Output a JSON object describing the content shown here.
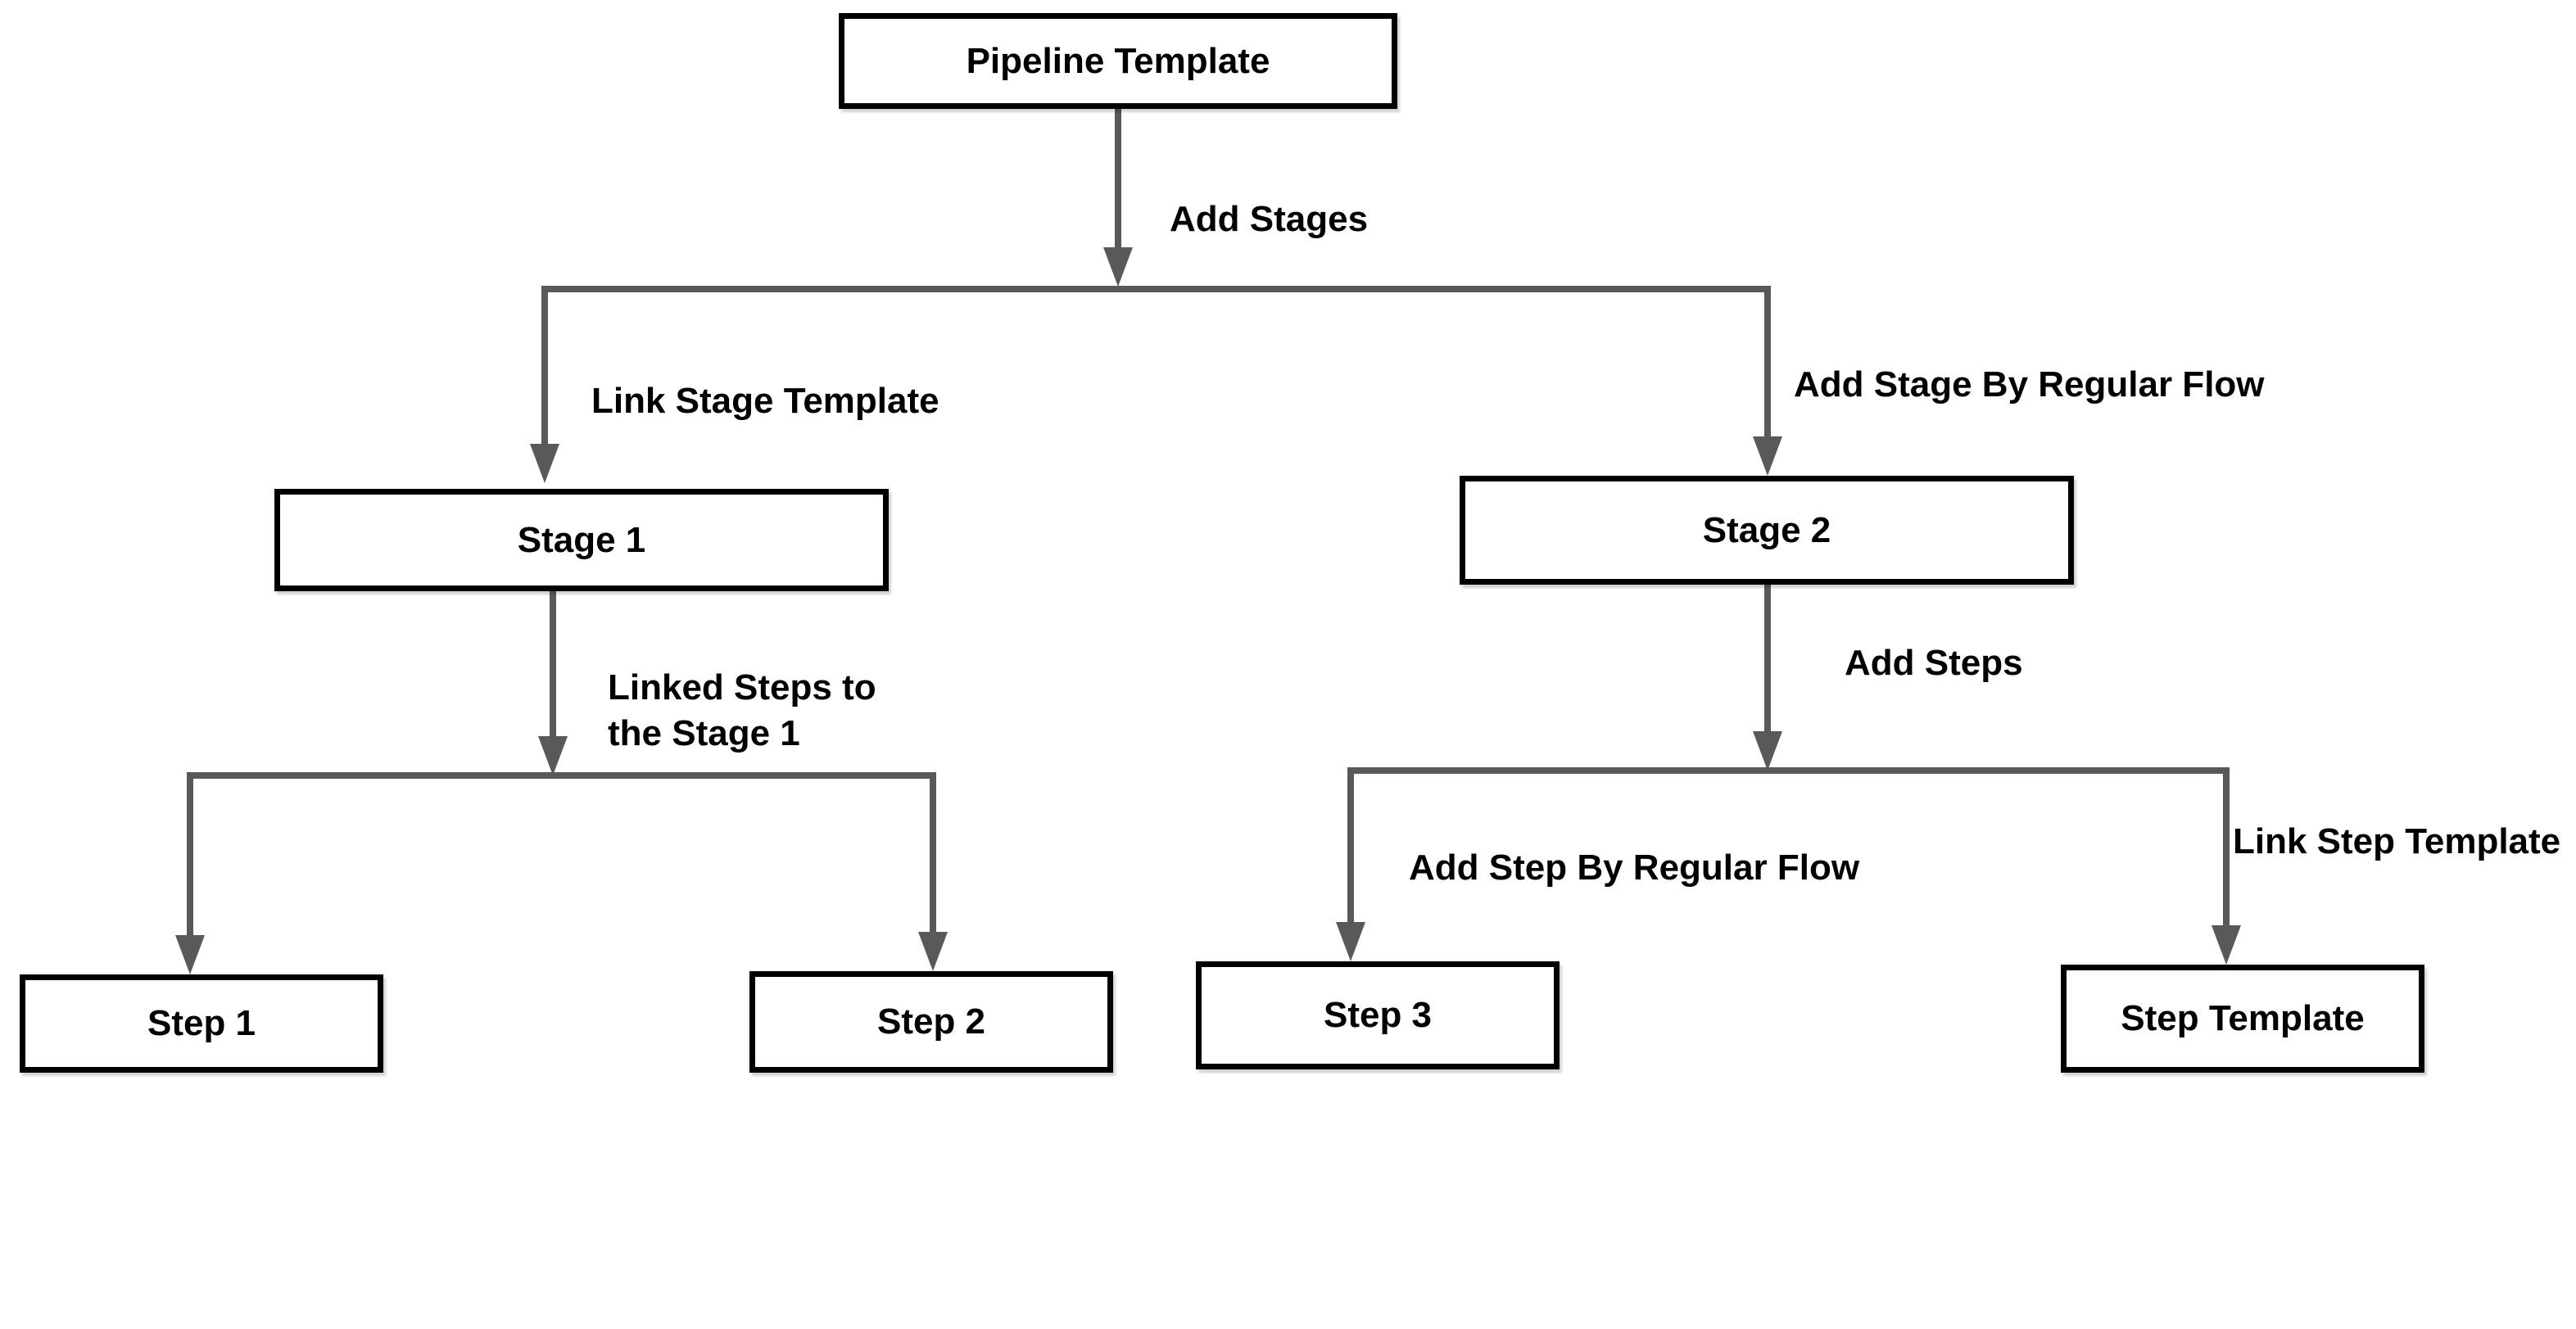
{
  "nodes": {
    "pipeline": {
      "label": "Pipeline Template"
    },
    "stage1": {
      "label": "Stage 1"
    },
    "stage2": {
      "label": "Stage 2"
    },
    "step1": {
      "label": "Step 1"
    },
    "step2": {
      "label": "Step 2"
    },
    "step3": {
      "label": "Step 3"
    },
    "step_template": {
      "label": "Step Template"
    }
  },
  "edge_labels": {
    "add_stages": "Add Stages",
    "link_stage_template": "Link Stage Template",
    "add_stage_by_regular_flow": "Add Stage By Regular Flow",
    "linked_steps_to_stage1": "Linked Steps to\nthe Stage 1",
    "add_steps": "Add Steps",
    "add_step_by_regular_flow": "Add Step By Regular Flow",
    "link_step_template": "Link Step Template"
  },
  "edges": [
    {
      "from": "pipeline",
      "to": "stage1",
      "labels": [
        "Add Stages",
        "Link Stage Template"
      ]
    },
    {
      "from": "pipeline",
      "to": "stage2",
      "labels": [
        "Add Stages",
        "Add Stage By Regular Flow"
      ]
    },
    {
      "from": "stage1",
      "to": "step1",
      "labels": [
        "Linked Steps to the Stage 1"
      ]
    },
    {
      "from": "stage1",
      "to": "step2",
      "labels": [
        "Linked Steps to the Stage 1"
      ]
    },
    {
      "from": "stage2",
      "to": "step3",
      "labels": [
        "Add Steps",
        "Add Step By Regular Flow"
      ]
    },
    {
      "from": "stage2",
      "to": "step_template",
      "labels": [
        "Add Steps",
        "Link Step Template"
      ]
    }
  ],
  "colors": {
    "line": "#595959",
    "box_border": "#000000",
    "box_fill": "#ffffff",
    "text": "#000000",
    "background": "#ffffff"
  }
}
